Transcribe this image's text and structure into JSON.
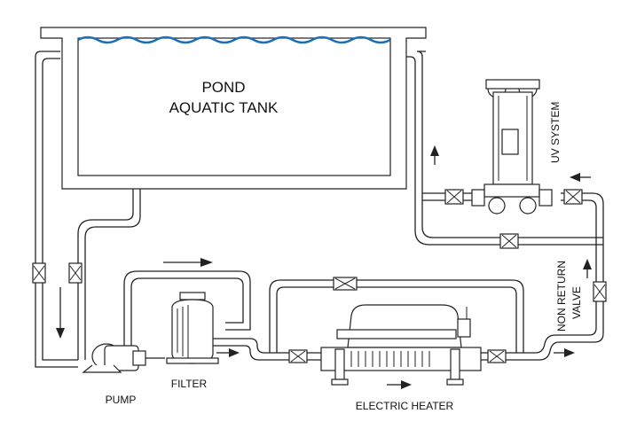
{
  "labels": {
    "tank_line1": "POND",
    "tank_line2": "AQUATIC TANK",
    "uv_system": "UV SYSTEM",
    "non_return_line1": "NON RETURN",
    "non_return_line2": "VALVE",
    "pump": "PUMP",
    "filter": "FILTER",
    "electric_heater": "ELECTRIC HEATER"
  },
  "colors": {
    "water": "#1f6fb5",
    "line": "#222222"
  },
  "icons": [
    "flow-arrow-icon",
    "valve-icon"
  ]
}
